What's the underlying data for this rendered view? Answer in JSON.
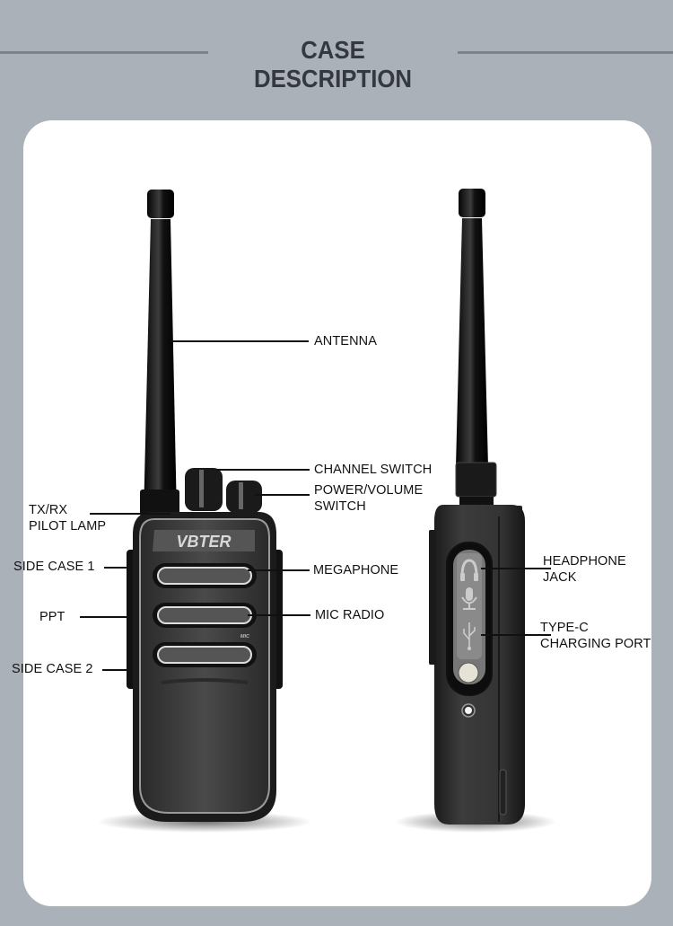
{
  "header": {
    "title": "CASE DESCRIPTION"
  },
  "product": {
    "brand": "VBTER",
    "mic_marking": "MIC",
    "views": [
      "front",
      "side"
    ]
  },
  "labels": {
    "antenna": "ANTENNA",
    "channel_switch": "CHANNEL SWITCH",
    "power_volume_switch": "POWER/VOLUME\nSWITCH",
    "tx_rx_pilot_lamp": "TX/RX\nPILOT LAMP",
    "side_case_1": "SIDE CASE 1",
    "ppt": "PPT",
    "side_case_2": "SIDE CASE 2",
    "megaphone": "MEGAPHONE",
    "mic_radio": "MIC RADIO",
    "headphone_jack": "HEADPHONE\nJACK",
    "type_c_charging_port": "TYPE-C\nCHARGING PORT"
  },
  "colors": {
    "background": "#aab1b8",
    "card": "#ffffff",
    "title": "#343840",
    "rule": "#7d8389",
    "device_body": "#3a3a3a"
  }
}
